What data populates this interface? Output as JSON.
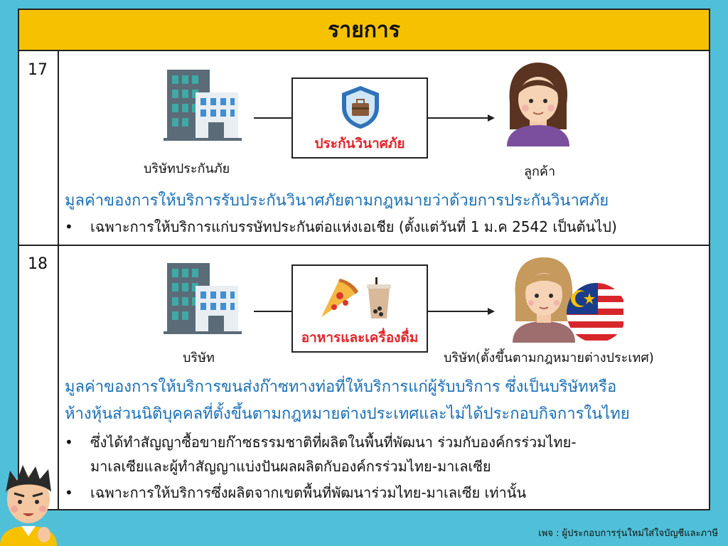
{
  "header": {
    "title": "รายการ"
  },
  "row17": {
    "number": "17",
    "left_label": "บริษัทประกันภัย",
    "box_label": "ประกันวินาศภัย",
    "right_label": "ลูกค้า",
    "description": "มูลค่าของการให้บริการรับประกันวินาศภัยตามกฎหมายว่าด้วยการประกันวินาศภัย",
    "bullets": [
      "เฉพาะการให้บริการแก่บรรษัทประกันต่อแห่งเอเชีย (ตั้งแต่วันที่ 1 ม.ค 2542 เป็นต้นไป)"
    ]
  },
  "row18": {
    "number": "18",
    "left_label": "บริษัท",
    "box_label": "อาหารและเครื่องดื่ม",
    "right_label": "บริษัท(ตั้งขึ้นตามกฎหมายต่างประเทศ)",
    "description_lines": [
      "มูลค่าของการให้บริการขนส่งก๊าซทางท่อที่ให้บริการแก่ผู้รับบริการ ซึ่งเป็นบริษัทหรือ",
      "ห้างหุ้นส่วนนิติบุคคลที่ตั้งขึ้นตามกฎหมายต่างประเทศและไม่ได้ประกอบกิจการในไทย"
    ],
    "bullet1_lines": [
      "ซึ่งได้ทำสัญญาซื้อขายก๊าซธรรมชาติที่ผลิตในพื้นที่พัฒนา ร่วมกับองค์กรร่วมไทย-",
      "มาเลเซียและผู้ทำสัญญาแบ่งปันผลผลิตกับองค์กรร่วมไทย-มาเลเซีย"
    ],
    "bullet2": "เฉพาะการให้บริการซึ่งผลิตจากเขตพื้นที่พัฒนาร่วมไทย-มาเลเซีย เท่านั้น"
  },
  "bullet_symbol": "•",
  "footer": "เพจ : ผู้ประกอบการรุ่นใหม่ใส่ใจบัญชีและภาษี",
  "icons": {
    "building": "office-building-icon",
    "shield": "insurance-shield-icon",
    "customer": "woman-avatar-icon",
    "food": "pizza-drink-icon",
    "foreign": "foreign-person-malaysia-flag-icon",
    "mascot": "cartoon-boy-mascot"
  },
  "colors": {
    "background": "#4fc0d8",
    "header": "#f6c200",
    "accent_blue": "#1a6fb5",
    "accent_red": "#e0262b"
  }
}
